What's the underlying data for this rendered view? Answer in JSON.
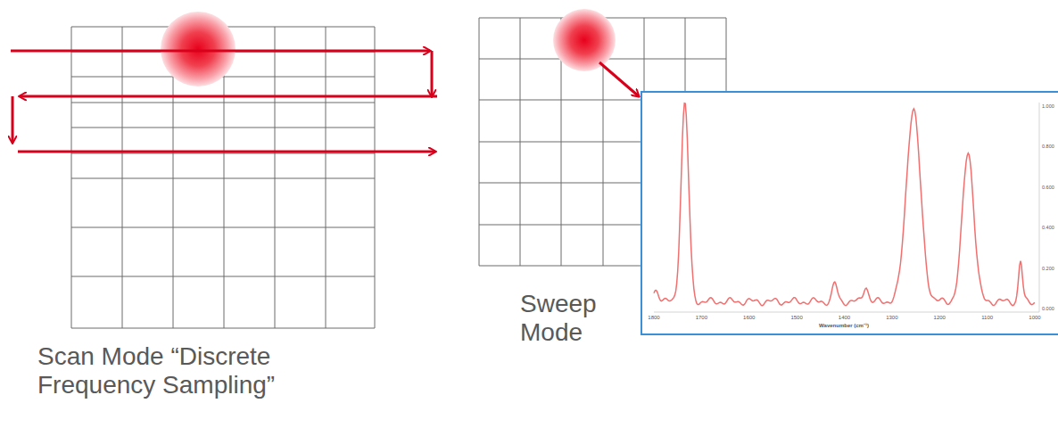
{
  "diagram": {
    "labels": [
      "Scan Mode “Discrete Frequency Sampling”",
      "Sweep Mode",
      "1800",
      "1700",
      "1600",
      "1500",
      "1400",
      "1300",
      "1200",
      "1100",
      "1000",
      "Wavenumber (cm⁻¹)",
      "1.000",
      "0.800",
      "0.600",
      "0.400",
      "0.200",
      "0.000"
    ]
  }
}
